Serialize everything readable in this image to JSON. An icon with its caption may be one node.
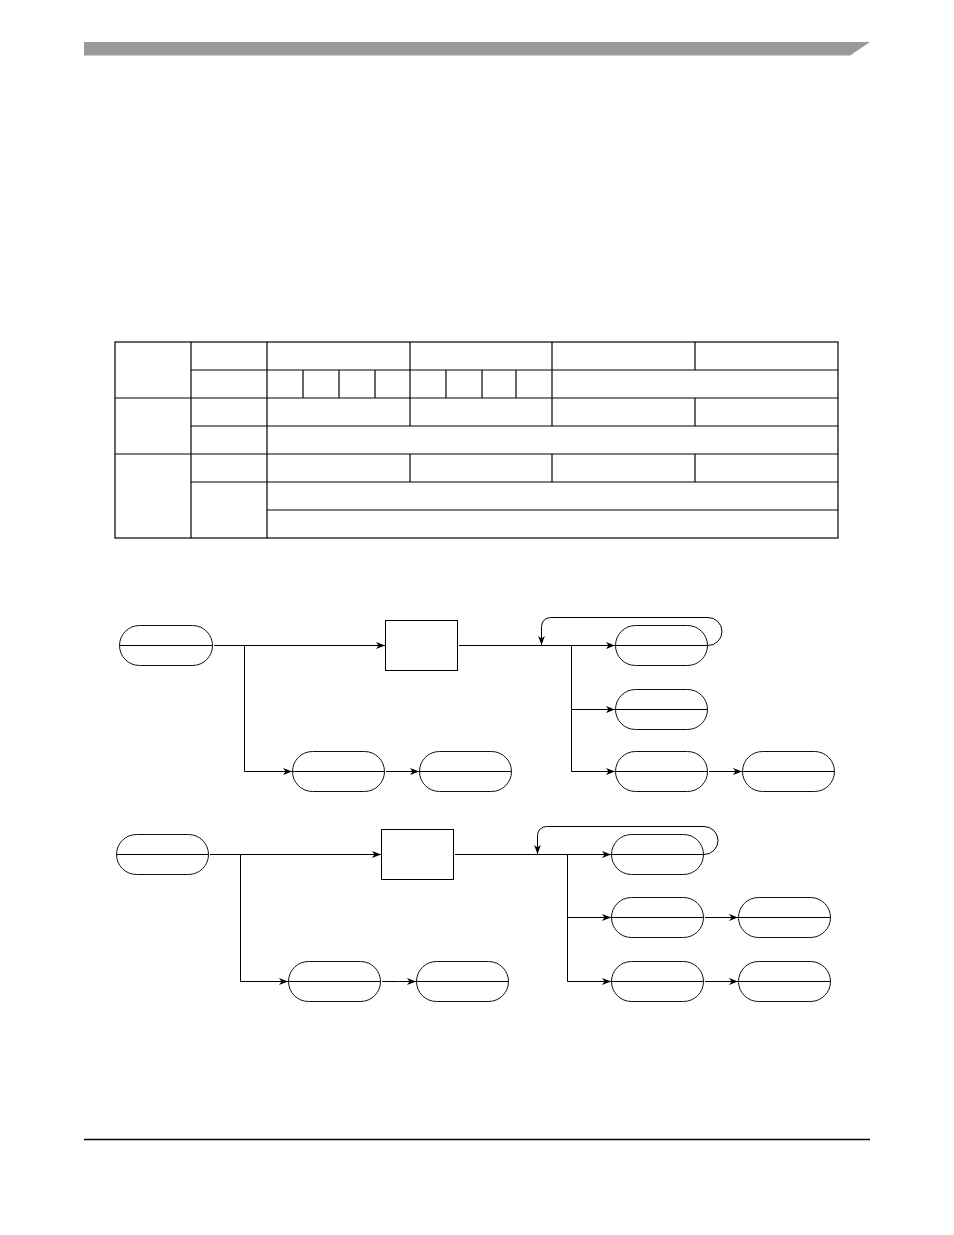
{
  "diagram": {
    "nodes": [
      {
        "text": [],
        "shape": "oval"
      },
      {
        "text": [],
        "shape": "box"
      },
      {
        "text": [],
        "shape": "oval"
      },
      {
        "text": [],
        "shape": "oval"
      },
      {
        "text": [],
        "shape": "oval"
      },
      {
        "text": [],
        "shape": "oval"
      },
      {
        "text": [],
        "shape": "oval"
      },
      {
        "text": [],
        "shape": "oval"
      },
      {
        "text": [],
        "shape": "oval"
      },
      {
        "text": [],
        "shape": "box"
      },
      {
        "text": [],
        "shape": "oval"
      },
      {
        "text": [],
        "shape": "oval"
      },
      {
        "text": [],
        "shape": "oval"
      },
      {
        "text": [],
        "shape": "oval"
      },
      {
        "text": [],
        "shape": "oval"
      },
      {
        "text": [],
        "shape": "oval"
      },
      {
        "text": [],
        "shape": "oval"
      }
    ],
    "edges": [
      {
        "from": 0,
        "to": 1,
        "arrow": "to"
      },
      {
        "from": 0,
        "to": 4,
        "arrow": "to"
      },
      {
        "from": 4,
        "to": 5,
        "arrow": "to"
      },
      {
        "from": 1,
        "to": 2,
        "arrow": "to"
      },
      {
        "from": 1,
        "to": 3,
        "arrow": "to"
      },
      {
        "from": 1,
        "to": 6,
        "arrow": "to"
      },
      {
        "from": 2,
        "to": 2,
        "arrow": "to"
      },
      {
        "from": 2,
        "to": 3,
        "arrow": "to"
      },
      {
        "from": 2,
        "to": 6,
        "arrow": "to"
      },
      {
        "from": 6,
        "to": 7,
        "arrow": "to"
      },
      {
        "from": 8,
        "to": 9,
        "arrow": "to"
      },
      {
        "from": 8,
        "to": 13,
        "arrow": "to"
      },
      {
        "from": 13,
        "to": 14,
        "arrow": "to"
      },
      {
        "from": 9,
        "to": 10,
        "arrow": "to"
      },
      {
        "from": 9,
        "to": 11,
        "arrow": "to"
      },
      {
        "from": 9,
        "to": 15,
        "arrow": "to"
      },
      {
        "from": 10,
        "to": 10,
        "arrow": "to"
      },
      {
        "from": 10,
        "to": 11,
        "arrow": "to"
      },
      {
        "from": 10,
        "to": 15,
        "arrow": "to"
      },
      {
        "from": 11,
        "to": 12,
        "arrow": "to"
      },
      {
        "from": 15,
        "to": 16,
        "arrow": "to"
      }
    ]
  }
}
